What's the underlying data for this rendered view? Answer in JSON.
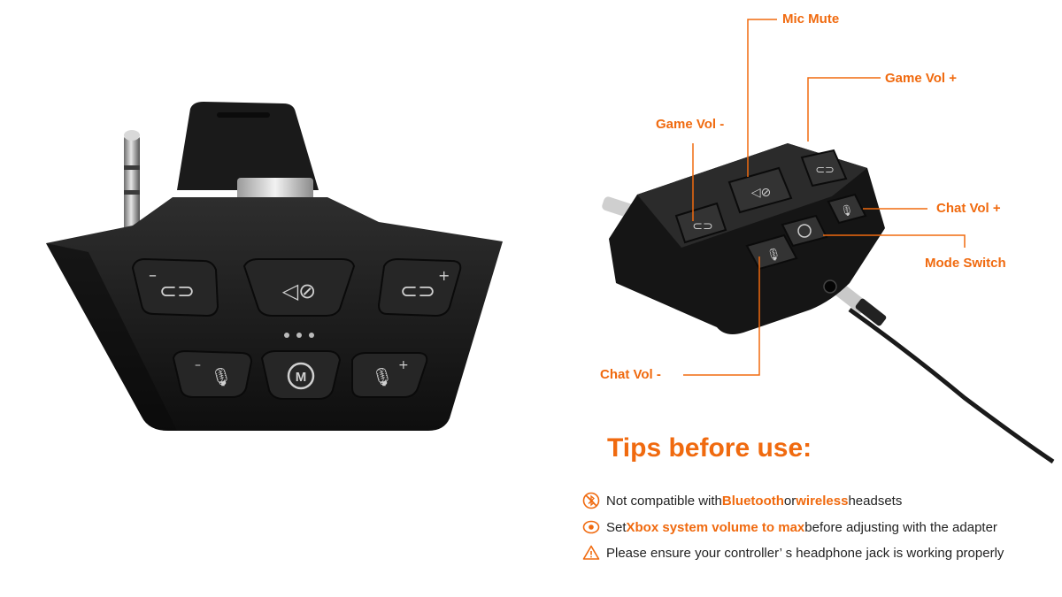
{
  "callouts": {
    "mic_mute": "Mic Mute",
    "game_vol_plus": "Game Vol +",
    "game_vol_minus": "Game Vol -",
    "chat_vol_plus": "Chat Vol +",
    "mode_switch": "Mode Switch",
    "chat_vol_minus": "Chat Vol -"
  },
  "tips": {
    "title": "Tips before use:",
    "items": [
      {
        "icon": "no-bluetooth-icon",
        "parts": [
          "Not compatible with ",
          "Bluetooth",
          " or ",
          "wireless",
          " headsets"
        ]
      },
      {
        "icon": "volume-max-icon",
        "parts": [
          "Set ",
          "Xbox system volume to max",
          " before adjusting with the adapter"
        ]
      },
      {
        "icon": "warning-icon",
        "parts": [
          "Please ensure your controller’ s headphone jack is working properly"
        ]
      }
    ]
  },
  "colors": {
    "accent": "#f06a0f",
    "device": "#1c1c1c",
    "button": "#2a2a2a"
  }
}
